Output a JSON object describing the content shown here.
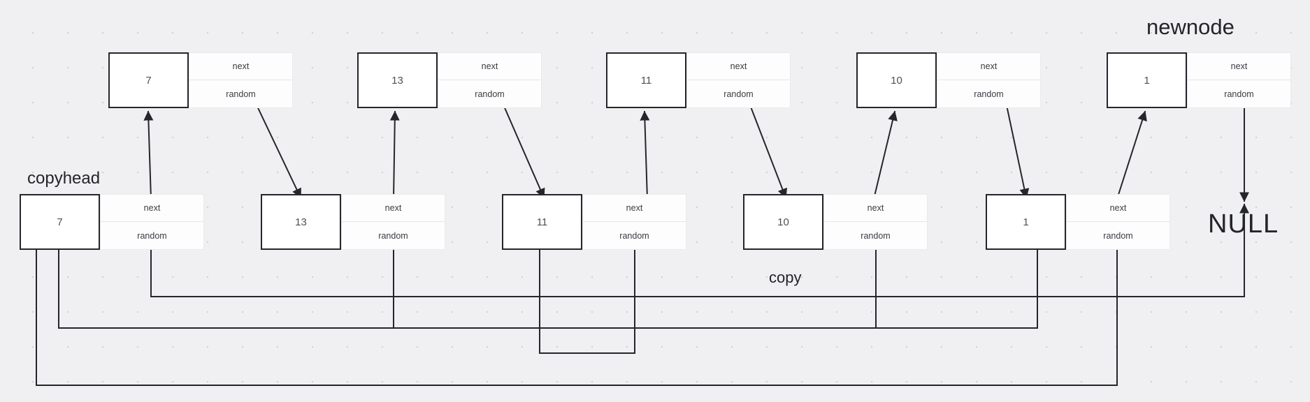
{
  "diagram": {
    "title": "linked-list-with-random-pointer-copy",
    "background_color": "#f0f0f2",
    "stroke_color": "#24262b",
    "box_fill": "#ffffff",
    "grid": "dotted"
  },
  "labels": {
    "newnode": "newnode",
    "copyhead": "copyhead",
    "copy": "copy",
    "null": "NULL"
  },
  "field_names": {
    "next": "next",
    "random": "random"
  },
  "original_list": {
    "name": "newnode",
    "nodes": [
      {
        "value": "7",
        "next_label": "next",
        "random_label": "random"
      },
      {
        "value": "13",
        "next_label": "next",
        "random_label": "random"
      },
      {
        "value": "11",
        "next_label": "next",
        "random_label": "random"
      },
      {
        "value": "10",
        "next_label": "next",
        "random_label": "random"
      },
      {
        "value": "1",
        "next_label": "next",
        "random_label": "random"
      }
    ]
  },
  "copy_list": {
    "name": "copy",
    "head_label": "copyhead",
    "nodes": [
      {
        "value": "7",
        "next_label": "next",
        "random_label": "random"
      },
      {
        "value": "13",
        "next_label": "next",
        "random_label": "random"
      },
      {
        "value": "11",
        "next_label": "next",
        "random_label": "random"
      },
      {
        "value": "10",
        "next_label": "next",
        "random_label": "random"
      },
      {
        "value": "1",
        "next_label": "next",
        "random_label": "random"
      }
    ]
  },
  "terminator": "NULL"
}
